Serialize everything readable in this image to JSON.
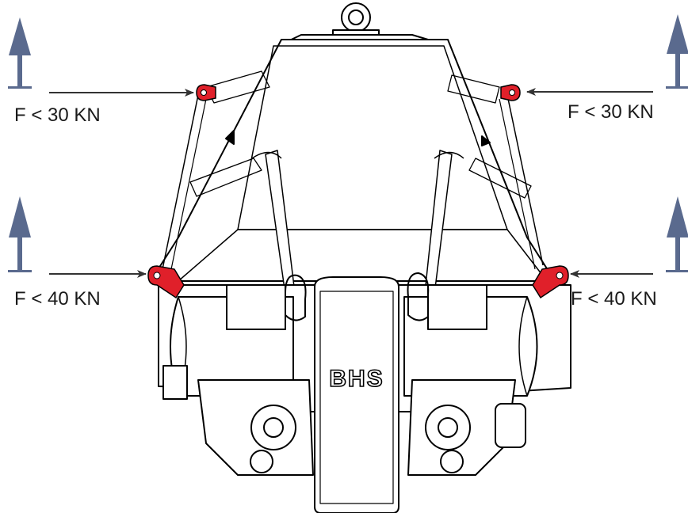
{
  "labels": {
    "top_left": "F < 30 KN",
    "top_right": "F < 30 KN",
    "bottom_left": "F < 40 KN",
    "bottom_right": "F < 40 KN"
  },
  "brand": "BHS",
  "colors": {
    "lift_arrow": "#5a6a8e",
    "lifting_lug": "#e0202a",
    "line": "#000000"
  },
  "icons": [
    "up-arrow-icon",
    "left-arrow-icon",
    "lifting-lug-icon"
  ]
}
